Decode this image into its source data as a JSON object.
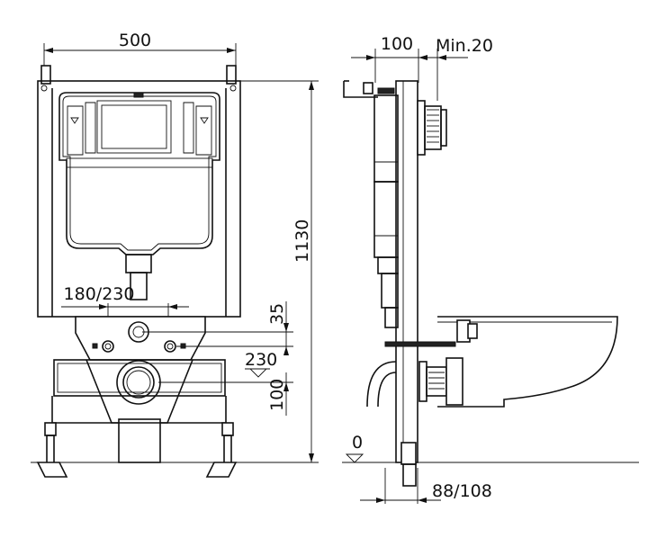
{
  "front_view": {
    "width_label": "500",
    "outlet_spacing_label": "180/230",
    "drain_height_label": "230",
    "inlet_offset_label": "35",
    "drain_offset_label": "100",
    "total_height_label": "1130"
  },
  "side_view": {
    "depth_label": "100",
    "min_clearance_label": "Min.20",
    "floor_label": "0",
    "adjust_label": "88/108"
  }
}
